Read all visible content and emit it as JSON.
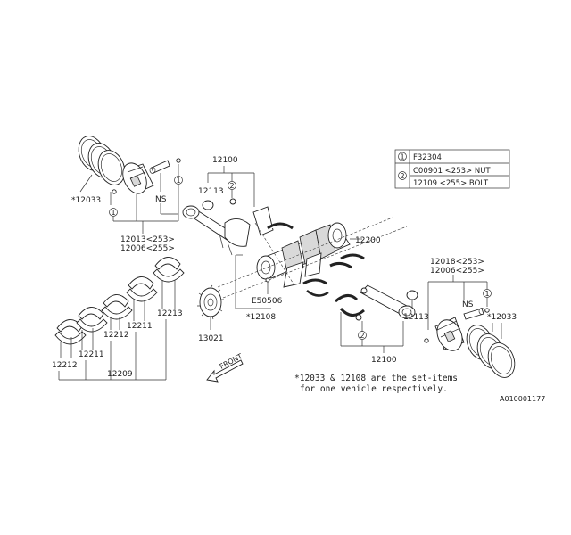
{
  "legend": {
    "rows": [
      {
        "marker": "1",
        "text": "F32304"
      },
      {
        "marker": "2",
        "text": "C00901 <253> NUT"
      },
      {
        "marker": "",
        "text": "12109 <255> BOLT"
      }
    ]
  },
  "labels": {
    "l12100_top": "12100",
    "l12113_top": "12113",
    "l12033_left": "*12033",
    "lNS_left": "NS",
    "l12013": "12013<253>",
    "l12006_left": "12006<255>",
    "l12200": "12200",
    "l12018": "12018<253>",
    "l12006_right": "12006<255>",
    "lNS_right": "NS",
    "l12033_right": "*12033",
    "l12113_right": "12113",
    "l12100_bottom": "12100",
    "lE50506": "E50506",
    "l12108": "*12108",
    "l13021": "13021",
    "l12213_a": "12213",
    "l12211_a": "12211",
    "l12212_a": "12212",
    "l12211_b": "12211",
    "l12212_b": "12212",
    "l12209": "12209",
    "front": "FRONT",
    "m1_a": "1",
    "m1_b": "1",
    "m1_c": "1",
    "m2_a": "2",
    "m2_b": "2"
  },
  "note": {
    "line1": "*12033 & 12108 are the set-items",
    "line2": "for one vehicle respectively."
  },
  "figure_id": "A010001177"
}
